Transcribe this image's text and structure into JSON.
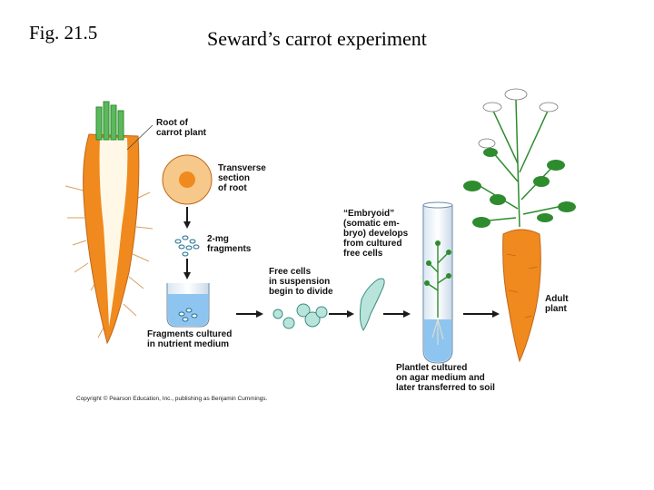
{
  "slide": {
    "fig_label": "Fig. 21.5",
    "title": "Seward’s carrot experiment"
  },
  "diagram": {
    "labels": {
      "root_of_carrot": "Root of\ncarrot plant",
      "transverse_section": "Transverse\nsection\nof root",
      "fragments": "2-mg\nfragments",
      "fragments_cultured": "Fragments cultured\nin nutrient medium",
      "free_cells": "Free cells\nin suspension\nbegin to divide",
      "embryoid": "“Embryoid”\n(somatic em-\nbryo) develops\nfrom cultured\nfree cells",
      "plantlet": "Plantlet cultured\non agar medium and\nlater transferred to soil",
      "adult_plant": "Adult\nplant"
    },
    "copyright": "Copyright © Pearson Education, Inc., publishing as Benjamin Cummings.",
    "colors": {
      "carrot_orange": "#f08a1e",
      "carrot_light": "#f6b565",
      "root_core": "#fff8e6",
      "leaf_green": "#2e8b2e",
      "stem_green": "#5cb85c",
      "liquid_blue": "#8ec5f0",
      "cell_teal": "#b9e4dc",
      "arrow": "#1a1a1a"
    }
  }
}
